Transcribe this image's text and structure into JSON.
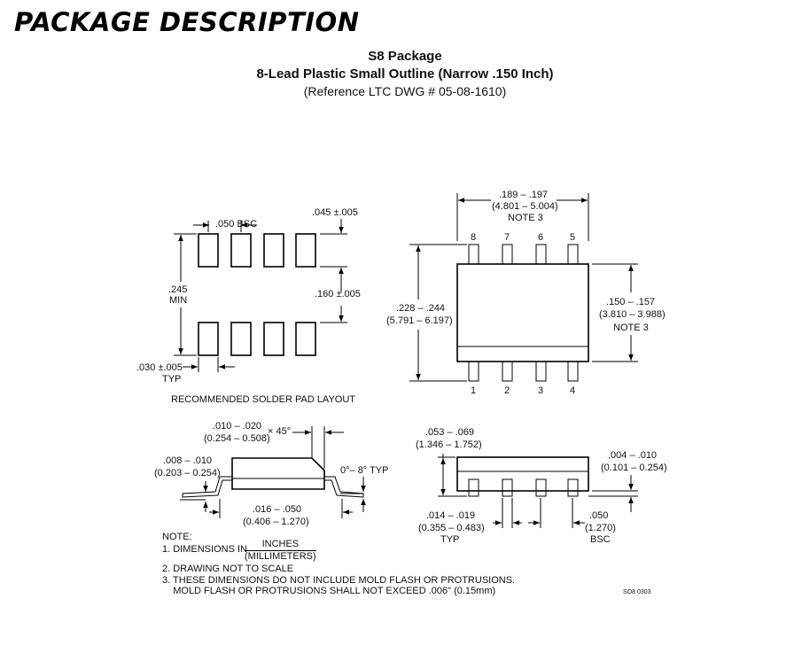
{
  "page": {
    "heading": "PACKAGE DESCRIPTION"
  },
  "package": {
    "name": "S8 Package",
    "description": "8-Lead Plastic Small Outline (Narrow .150 Inch)",
    "reference": "(Reference LTC DWG # 05-08-1610)"
  },
  "solder_pad": {
    "pitch": ".050 BSC",
    "pad_length": ".045 ±.005",
    "span_in": ".245",
    "span_min": "MIN",
    "row_gap": ".160 ±.005",
    "pad_width": ".030 ±.005",
    "pad_width_typ": "TYP",
    "caption": "RECOMMENDED SOLDER PAD LAYOUT"
  },
  "top_view": {
    "length_in": ".189 – .197",
    "length_mm": "(4.801 – 5.004)",
    "length_note": "NOTE 3",
    "pins_top": [
      "8",
      "7",
      "6",
      "5"
    ],
    "pins_bottom": [
      "1",
      "2",
      "3",
      "4"
    ],
    "overall_in": ".228 – .244",
    "overall_mm": "(5.791 – 6.197)",
    "body_in": ".150 – .157",
    "body_mm": "(3.810 – 3.988)",
    "body_note": "NOTE 3"
  },
  "side_view": {
    "chamfer_in": ".010 – .020",
    "chamfer_mm": "(0.254 – 0.508)",
    "chamfer_angle": "× 45°",
    "lead_thk_in": ".008 – .010",
    "lead_thk_mm": "(0.203 – 0.254)",
    "angle": "0°– 8° TYP",
    "foot_in": ".016 – .050",
    "foot_mm": "(0.406 – 1.270)"
  },
  "end_view": {
    "height_in": ".053 – .069",
    "height_mm": "(1.346 – 1.752)",
    "standoff_in": ".004 – .010",
    "standoff_mm": "(0.101 – 0.254)",
    "lead_w_in": ".014 – .019",
    "lead_w_mm": "(0.355 – 0.483)",
    "lead_w_typ": "TYP",
    "pitch_in": ".050",
    "pitch_mm": "(1.270)",
    "pitch_bsc": "BSC"
  },
  "notes": {
    "title": "NOTE:",
    "n1": "1. DIMENSIONS IN",
    "n1_num": "INCHES",
    "n1_den": "(MILLIMETERS)",
    "n2": "2. DRAWING NOT TO SCALE",
    "n3a": "3. THESE DIMENSIONS DO NOT INCLUDE MOLD FLASH OR PROTRUSIONS.",
    "n3b": "    MOLD FLASH OR PROTRUSIONS SHALL NOT EXCEED .006\" (0.15mm)"
  },
  "dwg_code": "SO8 0303"
}
